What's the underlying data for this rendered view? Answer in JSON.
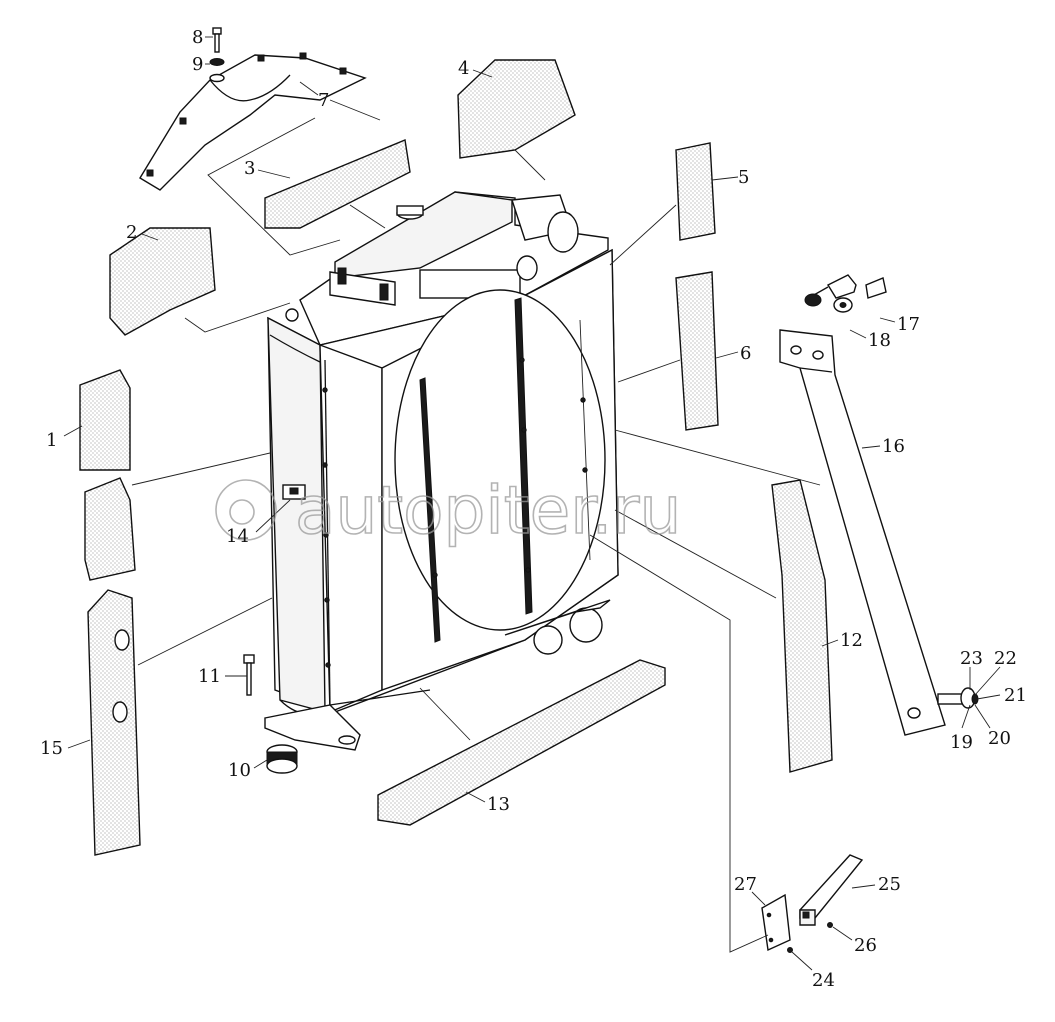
{
  "watermark": {
    "text": "autopiter.ru"
  },
  "callouts": [
    {
      "id": "1",
      "label": "1"
    },
    {
      "id": "2",
      "label": "2"
    },
    {
      "id": "3",
      "label": "3"
    },
    {
      "id": "4",
      "label": "4"
    },
    {
      "id": "5",
      "label": "5"
    },
    {
      "id": "6",
      "label": "6"
    },
    {
      "id": "7",
      "label": "7"
    },
    {
      "id": "8",
      "label": "8"
    },
    {
      "id": "9",
      "label": "9"
    },
    {
      "id": "10",
      "label": "10"
    },
    {
      "id": "11",
      "label": "11"
    },
    {
      "id": "12",
      "label": "12"
    },
    {
      "id": "13",
      "label": "13"
    },
    {
      "id": "14",
      "label": "14"
    },
    {
      "id": "15",
      "label": "15"
    },
    {
      "id": "16",
      "label": "16"
    },
    {
      "id": "17",
      "label": "17"
    },
    {
      "id": "18",
      "label": "18"
    },
    {
      "id": "19",
      "label": "19"
    },
    {
      "id": "20",
      "label": "20"
    },
    {
      "id": "21",
      "label": "21"
    },
    {
      "id": "22",
      "label": "22"
    },
    {
      "id": "23",
      "label": "23"
    },
    {
      "id": "24",
      "label": "24"
    },
    {
      "id": "25",
      "label": "25"
    },
    {
      "id": "26",
      "label": "26"
    },
    {
      "id": "27",
      "label": "27"
    }
  ],
  "colors": {
    "line": "#111111",
    "foam_dots": "#777777",
    "watermark": "#9a9a9a",
    "background": "#ffffff"
  }
}
